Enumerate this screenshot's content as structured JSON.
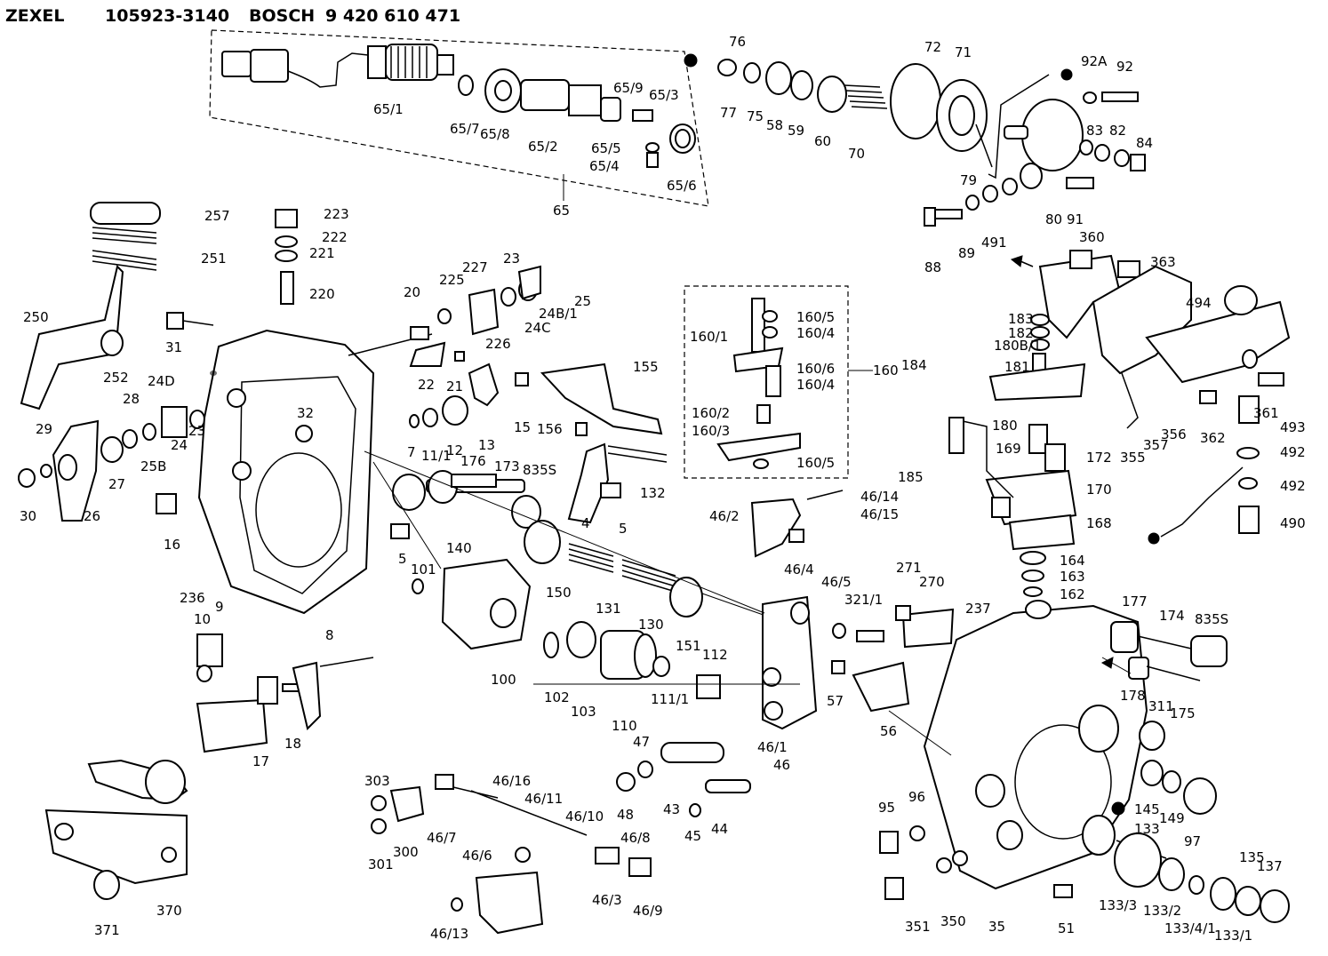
{
  "header": {
    "brand": "ZEXEL",
    "zexel_number": "105923-3140",
    "oem": "BOSCH",
    "oem_number": "9 420 610 471"
  },
  "callouts": [
    "65/1",
    "65/7",
    "65/8",
    "65/2",
    "65/9",
    "65/3",
    "65/5",
    "65/4",
    "65/6",
    "65",
    "76",
    "77",
    "75",
    "58",
    "59",
    "60",
    "70",
    "72",
    "71",
    "79",
    "92A",
    "92",
    "83",
    "82",
    "84",
    "80",
    "91",
    "491",
    "88",
    "89",
    "257",
    "223",
    "222",
    "221",
    "251",
    "220",
    "250",
    "252",
    "31",
    "227",
    "225",
    "20",
    "23",
    "25",
    "24B/1",
    "24C",
    "226",
    "22",
    "21",
    "15",
    "13",
    "155",
    "156",
    "24D",
    "28",
    "29",
    "30",
    "26",
    "27",
    "25B",
    "24",
    "23",
    "32",
    "7",
    "11/1",
    "12",
    "16",
    "176",
    "173",
    "835S",
    "132",
    "4",
    "5",
    "160/1",
    "160/5",
    "160/4",
    "160/6",
    "160/4",
    "160/2",
    "160/3",
    "160/5",
    "160",
    "184",
    "185",
    "360",
    "363",
    "494",
    "183",
    "182",
    "180B/1",
    "181",
    "180",
    "169",
    "172",
    "170",
    "168",
    "361",
    "493",
    "492",
    "492",
    "490",
    "362",
    "356",
    "357",
    "355",
    "46/14",
    "46/15",
    "46/2",
    "46/4",
    "46/5",
    "321/1",
    "271",
    "270",
    "237",
    "164",
    "163",
    "162",
    "177",
    "174",
    "835S",
    "140",
    "5",
    "101",
    "150",
    "131",
    "130",
    "151",
    "236",
    "10",
    "9",
    "8",
    "100",
    "102",
    "103",
    "110",
    "111/1",
    "112",
    "57",
    "56",
    "178",
    "175",
    "311",
    "18",
    "17",
    "47",
    "48",
    "43",
    "46/1",
    "46",
    "44",
    "45",
    "303",
    "301",
    "300",
    "46/16",
    "46/11",
    "46/10",
    "46/7",
    "46/6",
    "46/8",
    "46/3",
    "46/9",
    "46/13",
    "370",
    "371",
    "95",
    "96",
    "351",
    "350",
    "35",
    "51",
    "145",
    "149",
    "97",
    "133",
    "133/3",
    "133/2",
    "133/4/1",
    "133/1",
    "135",
    "137"
  ]
}
